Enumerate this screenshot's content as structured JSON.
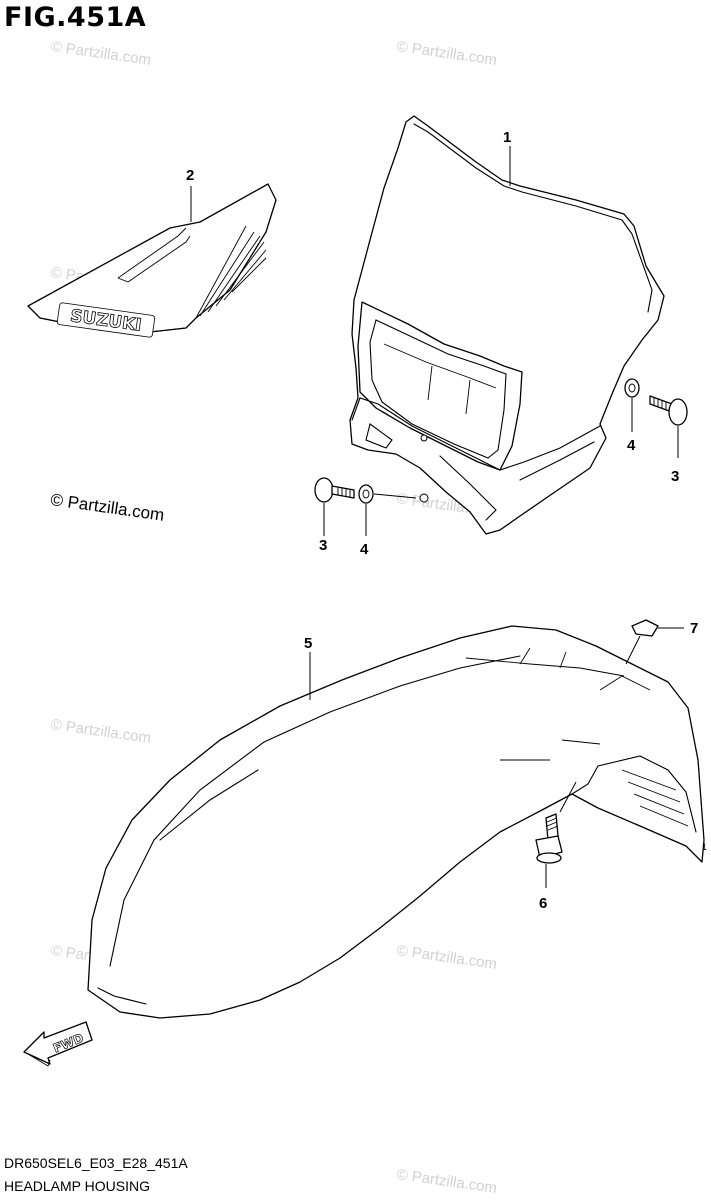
{
  "figure": {
    "title": "FIG.451A"
  },
  "footer": {
    "code": "DR650SEL6_E03_E28_451A",
    "caption": "HEADLAMP HOUSING"
  },
  "credit": "© Partzilla.com",
  "watermark": "© Partzilla.com",
  "cover_logo": "SUZUKI",
  "fwd_arrow": "FWD",
  "callouts": {
    "c1": "1",
    "c2": "2",
    "c3a": "3",
    "c3b": "3",
    "c4a": "4",
    "c4b": "4",
    "c5": "5",
    "c6": "6",
    "c7": "7"
  }
}
